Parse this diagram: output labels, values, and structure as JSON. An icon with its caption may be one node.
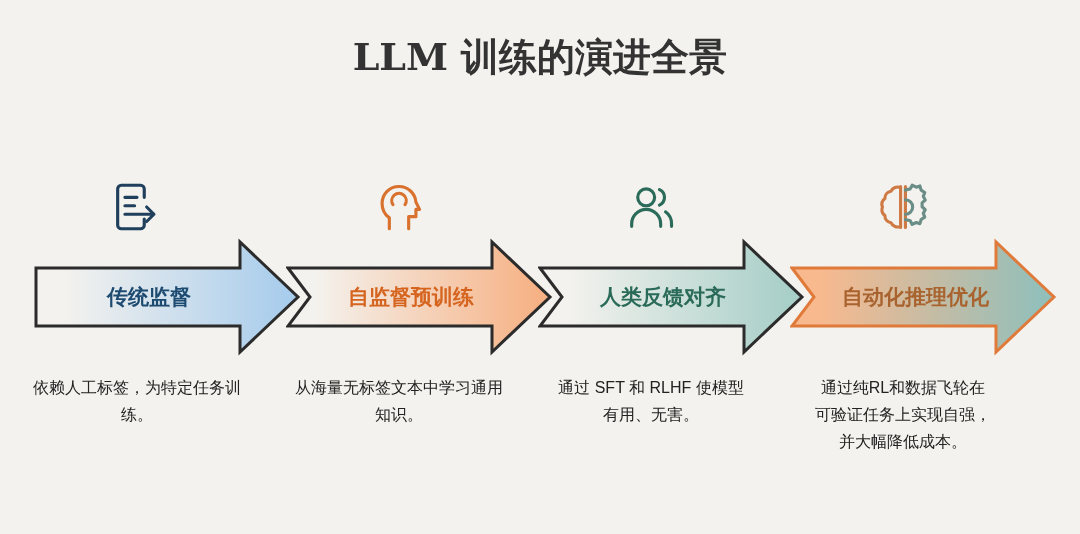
{
  "diagram": {
    "title": "LLM 训练的演进全景",
    "nodes": [
      {
        "text": [
          "传统监督"
        ],
        "beside": [
          "依赖人工标签，为特定任务训练。"
        ]
      },
      {
        "text": [
          "自监督预训练"
        ],
        "beside": [
          "从海量无标签文本中学习通用知识。"
        ]
      },
      {
        "text": [
          "人类反馈对齐"
        ],
        "beside": [
          "通过 SFT 和 RLHF 使模型有用、无害。"
        ]
      },
      {
        "text": [
          "自动化推理优化"
        ],
        "beside": [
          "通过纯RL和数据飞轮在可验证任务上实现自强，并大幅降低成本。"
        ]
      }
    ]
  }
}
